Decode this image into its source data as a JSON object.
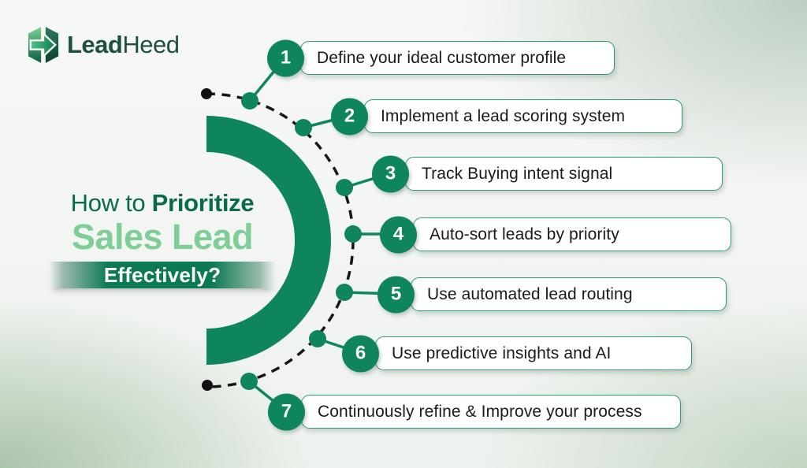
{
  "brand": {
    "lead": "Lead",
    "heed": "Heed",
    "logo_icon": "leadheed-arrow-h-icon"
  },
  "title": {
    "prefix": "How to ",
    "emphasis": "Prioritize",
    "line2": "Sales Lead",
    "banner": "Effectively?"
  },
  "steps": [
    {
      "number": "1",
      "label": "Define your ideal customer profile"
    },
    {
      "number": "2",
      "label": "Implement a lead scoring system"
    },
    {
      "number": "3",
      "label": "Track Buying intent signal"
    },
    {
      "number": "4",
      "label": "Auto-sort leads by priority"
    },
    {
      "number": "5",
      "label": "Use automated lead routing"
    },
    {
      "number": "6",
      "label": "Use predictive insights and AI"
    },
    {
      "number": "7",
      "label": "Continuously refine & Improve your process"
    }
  ],
  "colors": {
    "primary_green": "#0f855b",
    "box_border_green": "#2f9b74",
    "dark_title_green": "#0a6b4c",
    "light_title_green": "#7fce97",
    "banner_green": "#0b7a53",
    "logo_text_green": "#1d5041",
    "dashed_line_black": "#161616"
  }
}
